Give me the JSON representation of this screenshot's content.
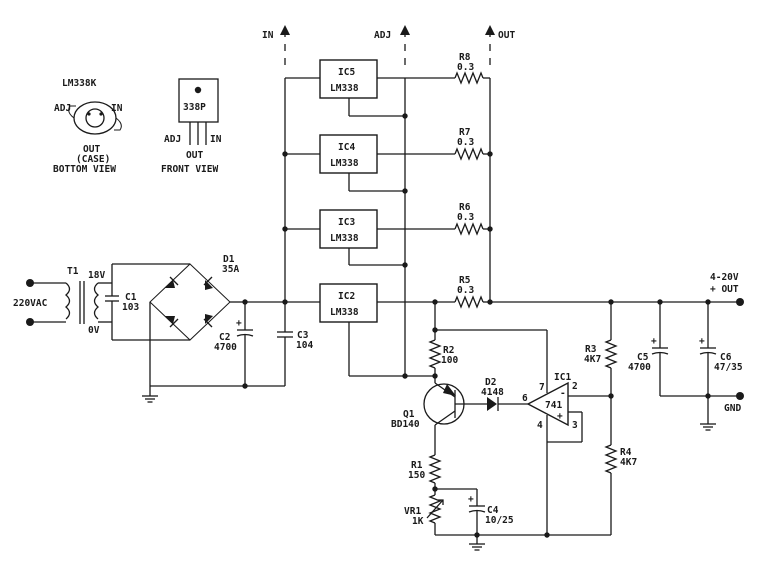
{
  "pinout": {
    "to3_title": "LM338K",
    "to3_adj": "ADJ",
    "to3_in": "IN",
    "to3_out": "OUT",
    "to3_case": "(CASE)",
    "to3_view": "BOTTOM VIEW",
    "to220_part": "338P",
    "to220_adj": "ADJ",
    "to220_in": "IN",
    "to220_out": "OUT",
    "to220_view": "FRONT VIEW"
  },
  "terminals": {
    "in": "IN",
    "adj": "ADJ",
    "out": "OUT",
    "output_range": "4-20V",
    "output_plus": "+ OUT",
    "gnd": "GND",
    "mains": "220VAC"
  },
  "components": {
    "t1": {
      "ref": "T1",
      "secondary": "18V",
      "zero": "0V"
    },
    "c1": {
      "ref": "C1",
      "value": "103"
    },
    "d1": {
      "ref": "D1",
      "value": "35A"
    },
    "c2": {
      "ref": "C2",
      "value": "4700"
    },
    "c3": {
      "ref": "C3",
      "value": "104"
    },
    "ic2": {
      "ref": "IC2",
      "part": "LM338"
    },
    "ic3": {
      "ref": "IC3",
      "part": "LM338"
    },
    "ic4": {
      "ref": "IC4",
      "part": "LM338"
    },
    "ic5": {
      "ref": "IC5",
      "part": "LM338"
    },
    "r5": {
      "ref": "R5",
      "value": "0.3"
    },
    "r6": {
      "ref": "R6",
      "value": "0.3"
    },
    "r7": {
      "ref": "R7",
      "value": "0.3"
    },
    "r8": {
      "ref": "R8",
      "value": "0.3"
    },
    "r2": {
      "ref": "R2",
      "value": "100"
    },
    "q1": {
      "ref": "Q1",
      "part": "BD140"
    },
    "d2": {
      "ref": "D2",
      "part": "4148"
    },
    "ic1": {
      "ref": "IC1",
      "part": "741",
      "pin7": "7",
      "pin6": "6",
      "pin4": "4",
      "pin2": "2",
      "pin3": "3",
      "minus": "-",
      "plus": "+"
    },
    "r1": {
      "ref": "R1",
      "value": "150"
    },
    "vr1": {
      "ref": "VR1",
      "value": "1K"
    },
    "c4": {
      "ref": "C4",
      "value": "10/25"
    },
    "r3": {
      "ref": "R3",
      "value": "4K7"
    },
    "r4": {
      "ref": "R4",
      "value": "4K7"
    },
    "c5": {
      "ref": "C5",
      "value": "4700"
    },
    "c6": {
      "ref": "C6",
      "value": "47/35"
    }
  }
}
